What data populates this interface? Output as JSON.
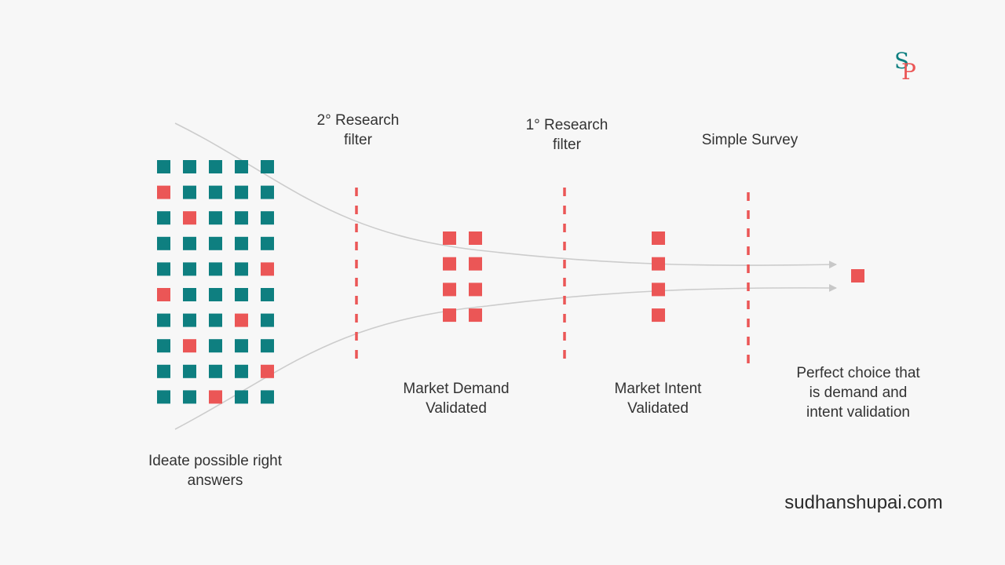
{
  "colors": {
    "teal": "#0e7f80",
    "red": "#eb5656",
    "flow_line": "#cccccc",
    "text": "#333333"
  },
  "logo": {
    "text": "SP"
  },
  "stages": {
    "secondary_filter": "2° Research\nfilter",
    "primary_filter": "1° Research\nfilter",
    "survey": "Simple Survey"
  },
  "labels": {
    "ideate": "Ideate possible right\nanswers",
    "market_demand": "Market Demand\nValidated",
    "market_intent": "Market Intent\nValidated",
    "perfect_choice": "Perfect choice that\nis demand and\nintent validation"
  },
  "grid": {
    "rows": [
      [
        "t",
        "t",
        "t",
        "t",
        "t"
      ],
      [
        "r",
        "t",
        "t",
        "t",
        "t"
      ],
      [
        "t",
        "r",
        "t",
        "t",
        "t"
      ],
      [
        "t",
        "t",
        "t",
        "t",
        "t"
      ],
      [
        "t",
        "t",
        "t",
        "t",
        "r"
      ],
      [
        "r",
        "t",
        "t",
        "t",
        "t"
      ],
      [
        "t",
        "t",
        "t",
        "r",
        "t"
      ],
      [
        "t",
        "r",
        "t",
        "t",
        "t"
      ],
      [
        "t",
        "t",
        "t",
        "t",
        "r"
      ],
      [
        "t",
        "t",
        "r",
        "t",
        "t"
      ]
    ]
  },
  "demand_cluster": {
    "columns": 2,
    "rows": 4
  },
  "intent_cluster": {
    "columns": 1,
    "rows": 4
  },
  "final_choice": {
    "count": 1
  },
  "footer": {
    "url": "sudhanshupai.com"
  }
}
